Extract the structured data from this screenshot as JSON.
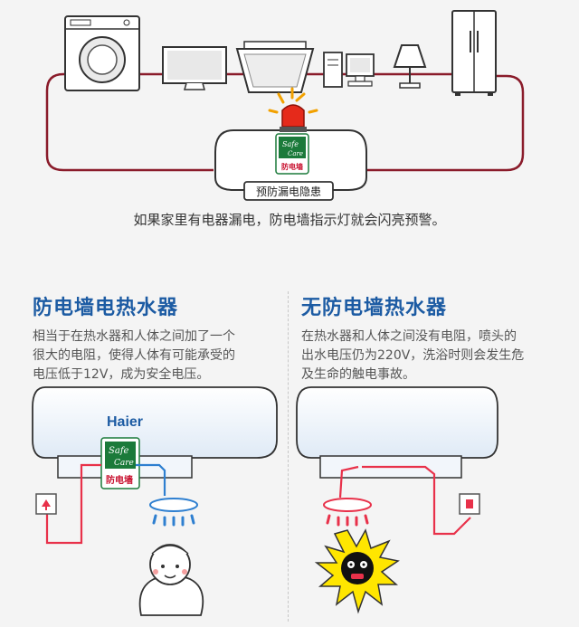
{
  "top": {
    "badge_label": "预防漏电隐患",
    "caption": "如果家里有电器漏电，防电墙指示灯就会闪亮预警。",
    "logo_text_1": "Safe",
    "logo_text_2": "Care",
    "logo_cn": "防电墙"
  },
  "left": {
    "title": "防电墙电热水器",
    "desc_line1": "相当于在热水器和人体之间加了一个",
    "desc_line2": "很大的电阻，使得人体有可能承受的",
    "desc_line3": "电压低于12V，成为安全电压。",
    "brand": "Haier"
  },
  "right": {
    "title": "无防电墙热水器",
    "desc_line1": "在热水器和人体之间没有电阻，喷头的",
    "desc_line2": "出水电压仍为220V，洗浴时则会发生危",
    "desc_line3": "及生命的触电事故。"
  },
  "colors": {
    "wire_red": "#c8102e",
    "title_blue": "#1c5ba3",
    "water_blue": "#2e7fd0",
    "danger_red": "#e8314a"
  }
}
